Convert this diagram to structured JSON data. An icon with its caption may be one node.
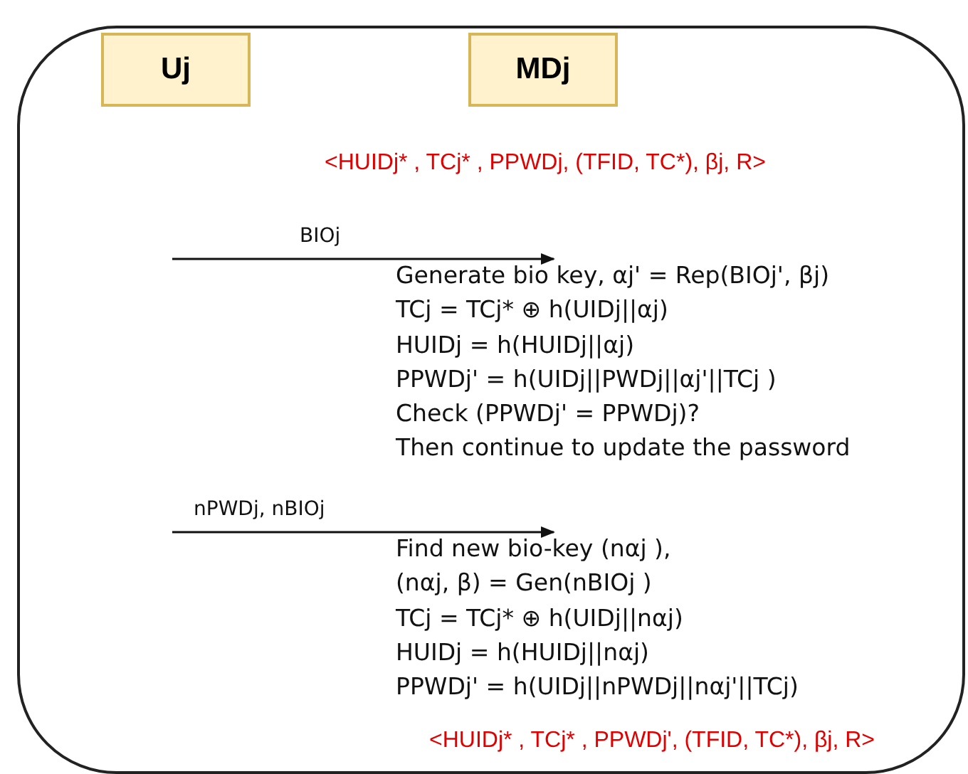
{
  "diagram": {
    "nodes": [
      {
        "text": [],
        "shape": "box"
      },
      {
        "text": [
          "Uj"
        ],
        "in": 0
      },
      {
        "text": [
          "MDj"
        ],
        "in": 0
      },
      {
        "text": [
          "Generate bio key, αj' = Rep(BIOj', βj)",
          "TCj = TCj* ⊕ h(UIDj||αj)",
          "HUIDj = h(HUIDj||αj)",
          "PPWDj' = h(UIDj||PWDj||αj'||TCj )",
          "Check (PPWDj' = PPWDj)?",
          "Then continue to update the password"
        ],
        "in": 0
      },
      {
        "text": [
          "Find new bio-key (nαj ),",
          "(nαj, β) = Gen(nBIOj )",
          "TCj = TCj* ⊕ h(UIDj||nαj)",
          "HUIDj = h(HUIDj||nαj)",
          "PPWDj' = h(UIDj||nPWDj||nαj'||TCj)"
        ],
        "in": 0
      }
    ],
    "edges": [
      {
        "from": null,
        "to": 3,
        "arrow": "to",
        "label": "BIOj"
      },
      {
        "from": null,
        "to": 4,
        "arrow": "to",
        "label": "nPWDj, nBIOj"
      }
    ],
    "labels": [
      "<HUIDj* , TCj* , PPWDj, (TFID, TC*), βj, R>",
      "<HUIDj* , TCj* , PPWDj', (TFID, TC*), βj, R>"
    ]
  }
}
